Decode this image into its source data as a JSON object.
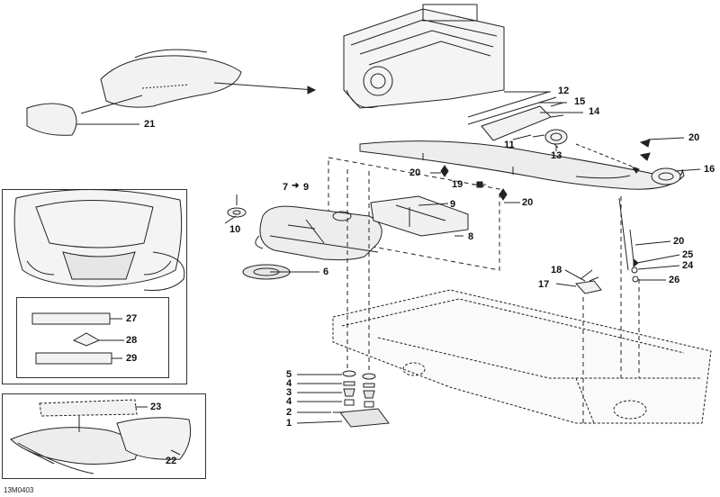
{
  "figure_code": "13M0403",
  "callouts": {
    "c1": "1",
    "c2": "2",
    "c3": "3",
    "c4a": "4",
    "c4b": "4",
    "c5": "5",
    "c6": "6",
    "c7": "7",
    "c7to": "9",
    "c8": "8",
    "c9": "9",
    "c10": "10",
    "c11": "11",
    "c12": "12",
    "c13": "13",
    "c14": "14",
    "c15": "15",
    "c16": "16",
    "c17": "17",
    "c18": "18",
    "c19": "19",
    "c20a": "20",
    "c20b": "20",
    "c20c": "20",
    "c20d": "20",
    "c21": "21",
    "c22": "22",
    "c23": "23",
    "c24": "24",
    "c25": "25",
    "c26": "26",
    "c27": "27",
    "c28": "28",
    "c29": "29"
  },
  "icons": {
    "arrow": "right-arrow-icon"
  }
}
